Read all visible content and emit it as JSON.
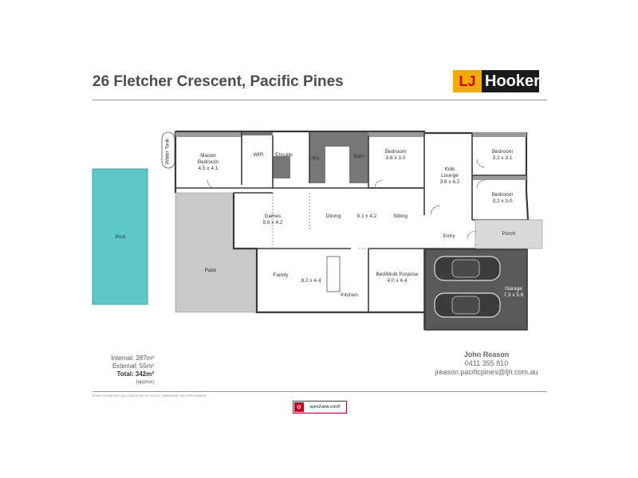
{
  "title": "26 Fletcher Crescent, Pacific Pines",
  "logo": {
    "mark": "LJ",
    "name": "Hooker",
    "colors": {
      "mark_bg": "#f2a900",
      "mark_text": "#d0021b",
      "name_bg": "#1a1a1a"
    }
  },
  "rooms": {
    "water_tank": {
      "name": "Water Tank"
    },
    "master": {
      "name": "Master Bedroom",
      "line1": "Master",
      "line2": "Bedroom",
      "dims": "4.5 x 4.1"
    },
    "wir": {
      "name": "WIR"
    },
    "ensuite": {
      "name": "Ensuite"
    },
    "ldry": {
      "name": "L'dry"
    },
    "bath": {
      "name": "Bath"
    },
    "bed2": {
      "name": "Bedroom",
      "dims": "3.6 x 3.0"
    },
    "kids": {
      "line1": "Kids",
      "line2": "Lounge",
      "dims": "3.6 x 6.2"
    },
    "bed3": {
      "name": "Bedroom",
      "dims": "3.2 x 3.1"
    },
    "bed4": {
      "name": "Bedroom",
      "dims": "3.2 x 3.0"
    },
    "pool": {
      "name": "Pool"
    },
    "patio": {
      "name": "Patio"
    },
    "games": {
      "name": "Games",
      "dims": "5.6 x 4.2"
    },
    "dining": {
      "name": "Dining"
    },
    "dining_sitting_dims": "8.1 x 4.2",
    "sitting": {
      "name": "Sitting"
    },
    "entry": {
      "name": "Entry"
    },
    "porch": {
      "name": "Porch"
    },
    "family": {
      "name": "Family"
    },
    "family_kitchen_dims": "8.2 x 4.4",
    "kitchen": {
      "name": "Kitchen"
    },
    "bedmulti": {
      "name": "Bed/Multi Purpose",
      "dims": "4.0 x 4.4"
    },
    "garage": {
      "name": "Garage",
      "dims": "7.3 x 5.8"
    }
  },
  "areas": {
    "internal": "Internal: 287m²",
    "external": "External: 55m²",
    "total": "Total: 342m²",
    "approx": "(approx)"
  },
  "agent": {
    "name": "John Reason",
    "phone": "0411 355 810",
    "email": "jreason.pacificpines@ljh.com.au"
  },
  "disclaimer": "PLANS SHOWN ARE ONLY INDICATIVE OF LAYOUT. DIMENSIONS ARE APPROXIMATE",
  "badge": {
    "text": "open2view.com®"
  },
  "colors": {
    "pool": "#5ec8c9",
    "patio": "#c8c8c8",
    "wet_area": "#777777",
    "garage": "#595959",
    "wall": "#3a3a3a"
  }
}
